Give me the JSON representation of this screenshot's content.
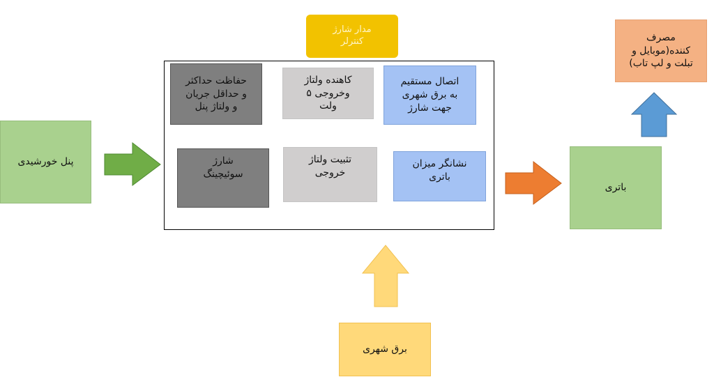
{
  "colors": {
    "green": "#a9d18e",
    "arrow_green": "#70ad47",
    "arrow_orange": "#ed7d31",
    "arrow_blue": "#5b9bd5",
    "arrow_yellow": "#ffd97a",
    "title_yellow": "#f2c200"
  },
  "diagram": {
    "controller_title": "مدار شارژ\nکنترلر",
    "solar_panel": "پنل خورشیدی",
    "battery": "باتری",
    "consumer": "مصرف\nکننده(موبایل و\nتبلت و لپ تاب)",
    "city_power": "برق شهری",
    "modules": {
      "protection": "حفاظت حداکثر\nو حداقل جریان\nو ولتاژ پنل",
      "step_down": "کاهنده ولتاژ\nوخروجی ۵\nولت",
      "direct_connect": "اتصال مستقیم\nبه برق شهری\nجهت شارژ",
      "switching": "شارژ\nسوئیچینگ",
      "stabilizer": "تثبیت ولتاژ\nخروجی",
      "level_indicator": "نشانگر میزان\nباتری"
    }
  }
}
